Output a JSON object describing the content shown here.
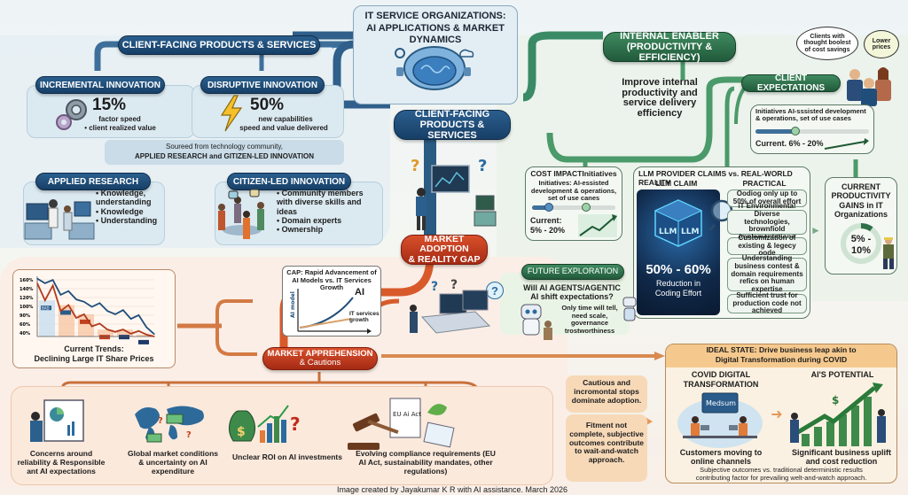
{
  "title": {
    "line1": "IT SERVICE ORGANIZATIONS:",
    "line2": "AI APPLICATIONS & MARKET DYNAMICS"
  },
  "center_hub": {
    "line1": "CLIENT-FACING",
    "line2": "PRODUCTS & SERVICES"
  },
  "client_facing": {
    "header": "CLIENT-FACING PRODUCTS & SERVICES",
    "incremental": {
      "label": "INCREMENTAL INNOVATION",
      "value": "15%",
      "desc1": "factor speed",
      "desc2": "• client realized value"
    },
    "disruptive": {
      "label": "DISRUPTIVE INNOVATION",
      "value": "50%",
      "desc1": "new capabilities",
      "desc2": "speed and value delivered"
    },
    "sourced": {
      "line1": "Soureed from technology community,",
      "line2": "APPLIED RESEARCH and GITIZEN-LED INNOVATION"
    },
    "applied_research": {
      "label": "APPLIED RESEARCH",
      "bullets": [
        "Knowledge, understanding",
        "Knowledge",
        "Understanding"
      ]
    },
    "citizen_led": {
      "label": "CITIZEN-LED INNOVATION",
      "bullets": [
        "Community members with diverse skills and ideas",
        "Domain experts",
        "Ownership"
      ]
    }
  },
  "internal_enabler": {
    "line1": "INTERNAL ENABLER",
    "line2": "(PRODUCTIVITY & EFFICIENCY)",
    "goal": "Improve internal productivity and service delivery efficiency",
    "thought1": "Clients with thought boolest of cost savings",
    "thought2": "Lower prices",
    "client_expectations": {
      "label": "CLIENT EXPECTATIONS",
      "initiatives": "Initiatives AI-sssisted development & operations, set of use cases",
      "slider_fraction": 0.35,
      "current": "Current. 6% - 20%"
    },
    "cost_impact": {
      "title": "COST IMPACTInitiatives",
      "desc": "Initiatives: AI-essisted development & operations, set of use canes",
      "current_label": "Current:",
      "current_value": "5% - 20%",
      "slider_values": [
        0.2,
        0.65
      ]
    },
    "llm": {
      "title": "LLM PROVIDER CLAIMS vs. REAL-WORLD REALITY",
      "claim_label": "LLM CLAIM",
      "practical_label": "PRACTICAL LIMITATIONS",
      "chip_text": "LLM",
      "claim_value": "50% - 60%",
      "claim_desc1": "Reduction in",
      "claim_desc2": "Coding Effort",
      "limitations": [
        "Oodiog only up to 50% of overall effort",
        "iT Environmenta! Diverse technologies, brownfiold implementations",
        "Customization of existing & legecy oode",
        "Understanding business contest & domain requirements refics on human expertise",
        "Sufficient trust for production code not achieved"
      ]
    },
    "current_gains": {
      "title": "CURRENT PRODUCTIVITY GAINS in IT Organizations",
      "value": "5% - 10%",
      "ring_fraction": 0.1
    },
    "future": {
      "label": "FUTURE EXPLORATION",
      "question": "Will AI AGENTS/AGENTIC AI shift expectations?",
      "answer": "Only time will tell, need scale, governance trostworthiness"
    }
  },
  "market": {
    "adoption_gap": {
      "line1": "MARKET ADOPTION",
      "line2": "& REALITY GAP"
    },
    "gap_chart": {
      "title": "CAP: Rapid Advancement of AI Models vs. IT Services Growth",
      "ylabel": "AI model",
      "series_ai": "AI",
      "series_it": "IT services growth"
    },
    "apprehension": {
      "line1": "MARKET APPREHENSION",
      "line2": "& Cautions"
    },
    "concerns": [
      "Concerns around reliability & Responsible ant AI expectations",
      "Global market conditions & uncertainty on AI expenditure",
      "Unclear ROI on AI investments",
      "Evolving compliance requirements (EU AI Act, sustainability mandates, other regulations)"
    ],
    "eu_doc_label": "EU Ai Act",
    "notes": [
      "Cautious and incromontal stops dominate adoption.",
      "Fitment not complete, subjective outcomes contribute to wait-and-watch approach."
    ]
  },
  "chart_data": {
    "type": "line",
    "title": "Current Trends: Declining Large IT Share Prices",
    "xlabel": "",
    "ylabel": "",
    "yticks": [
      "160%",
      "140%",
      "120%",
      "100%",
      "90%",
      "60%",
      "40%"
    ],
    "ylim": [
      40,
      170
    ],
    "x": [
      0,
      1,
      2,
      3,
      4,
      5,
      6,
      7,
      8,
      9,
      10,
      11,
      12,
      13,
      14,
      15
    ],
    "series": [
      {
        "name": "upper",
        "color": "#1f4e7a",
        "values": [
          165,
          155,
          162,
          130,
          138,
          120,
          115,
          104,
          112,
          95,
          88,
          97,
          78,
          86,
          60,
          45
        ]
      },
      {
        "name": "lower",
        "color": "#b23a1c",
        "values": [
          155,
          118,
          150,
          95,
          108,
          80,
          88,
          62,
          68,
          55,
          50,
          55,
          46,
          52,
          44,
          40
        ]
      }
    ],
    "bar_labels": [
      "BAD",
      "",
      "",
      "",
      "",
      ""
    ],
    "grid": true
  },
  "ideal_state": {
    "title1": "IDEAL STATE: Drive business leap akin to",
    "title2": "Digital Transformation during COVID",
    "covid": {
      "label1": "COVID DIGITAL",
      "label2": "TRANSFORMATION",
      "screen": "Medsum",
      "caption1": "Customers moving to",
      "caption2": "online channels"
    },
    "ai": {
      "label": "AI'S POTENTIAL",
      "caption1": "Significant business uplift",
      "caption2": "and cost reduction"
    },
    "footer1": "Subjective outcomes vs. traditional deterministic results",
    "footer2": "contributing factor for prevailing welt-and-watch approach."
  },
  "credit": "Image created by Jayakumar K R with AI assistance. March 2026",
  "colors": {
    "blue": "#1f4e7a",
    "green": "#2e7048",
    "red": "#c23e1f",
    "orange": "#e07b3a"
  }
}
